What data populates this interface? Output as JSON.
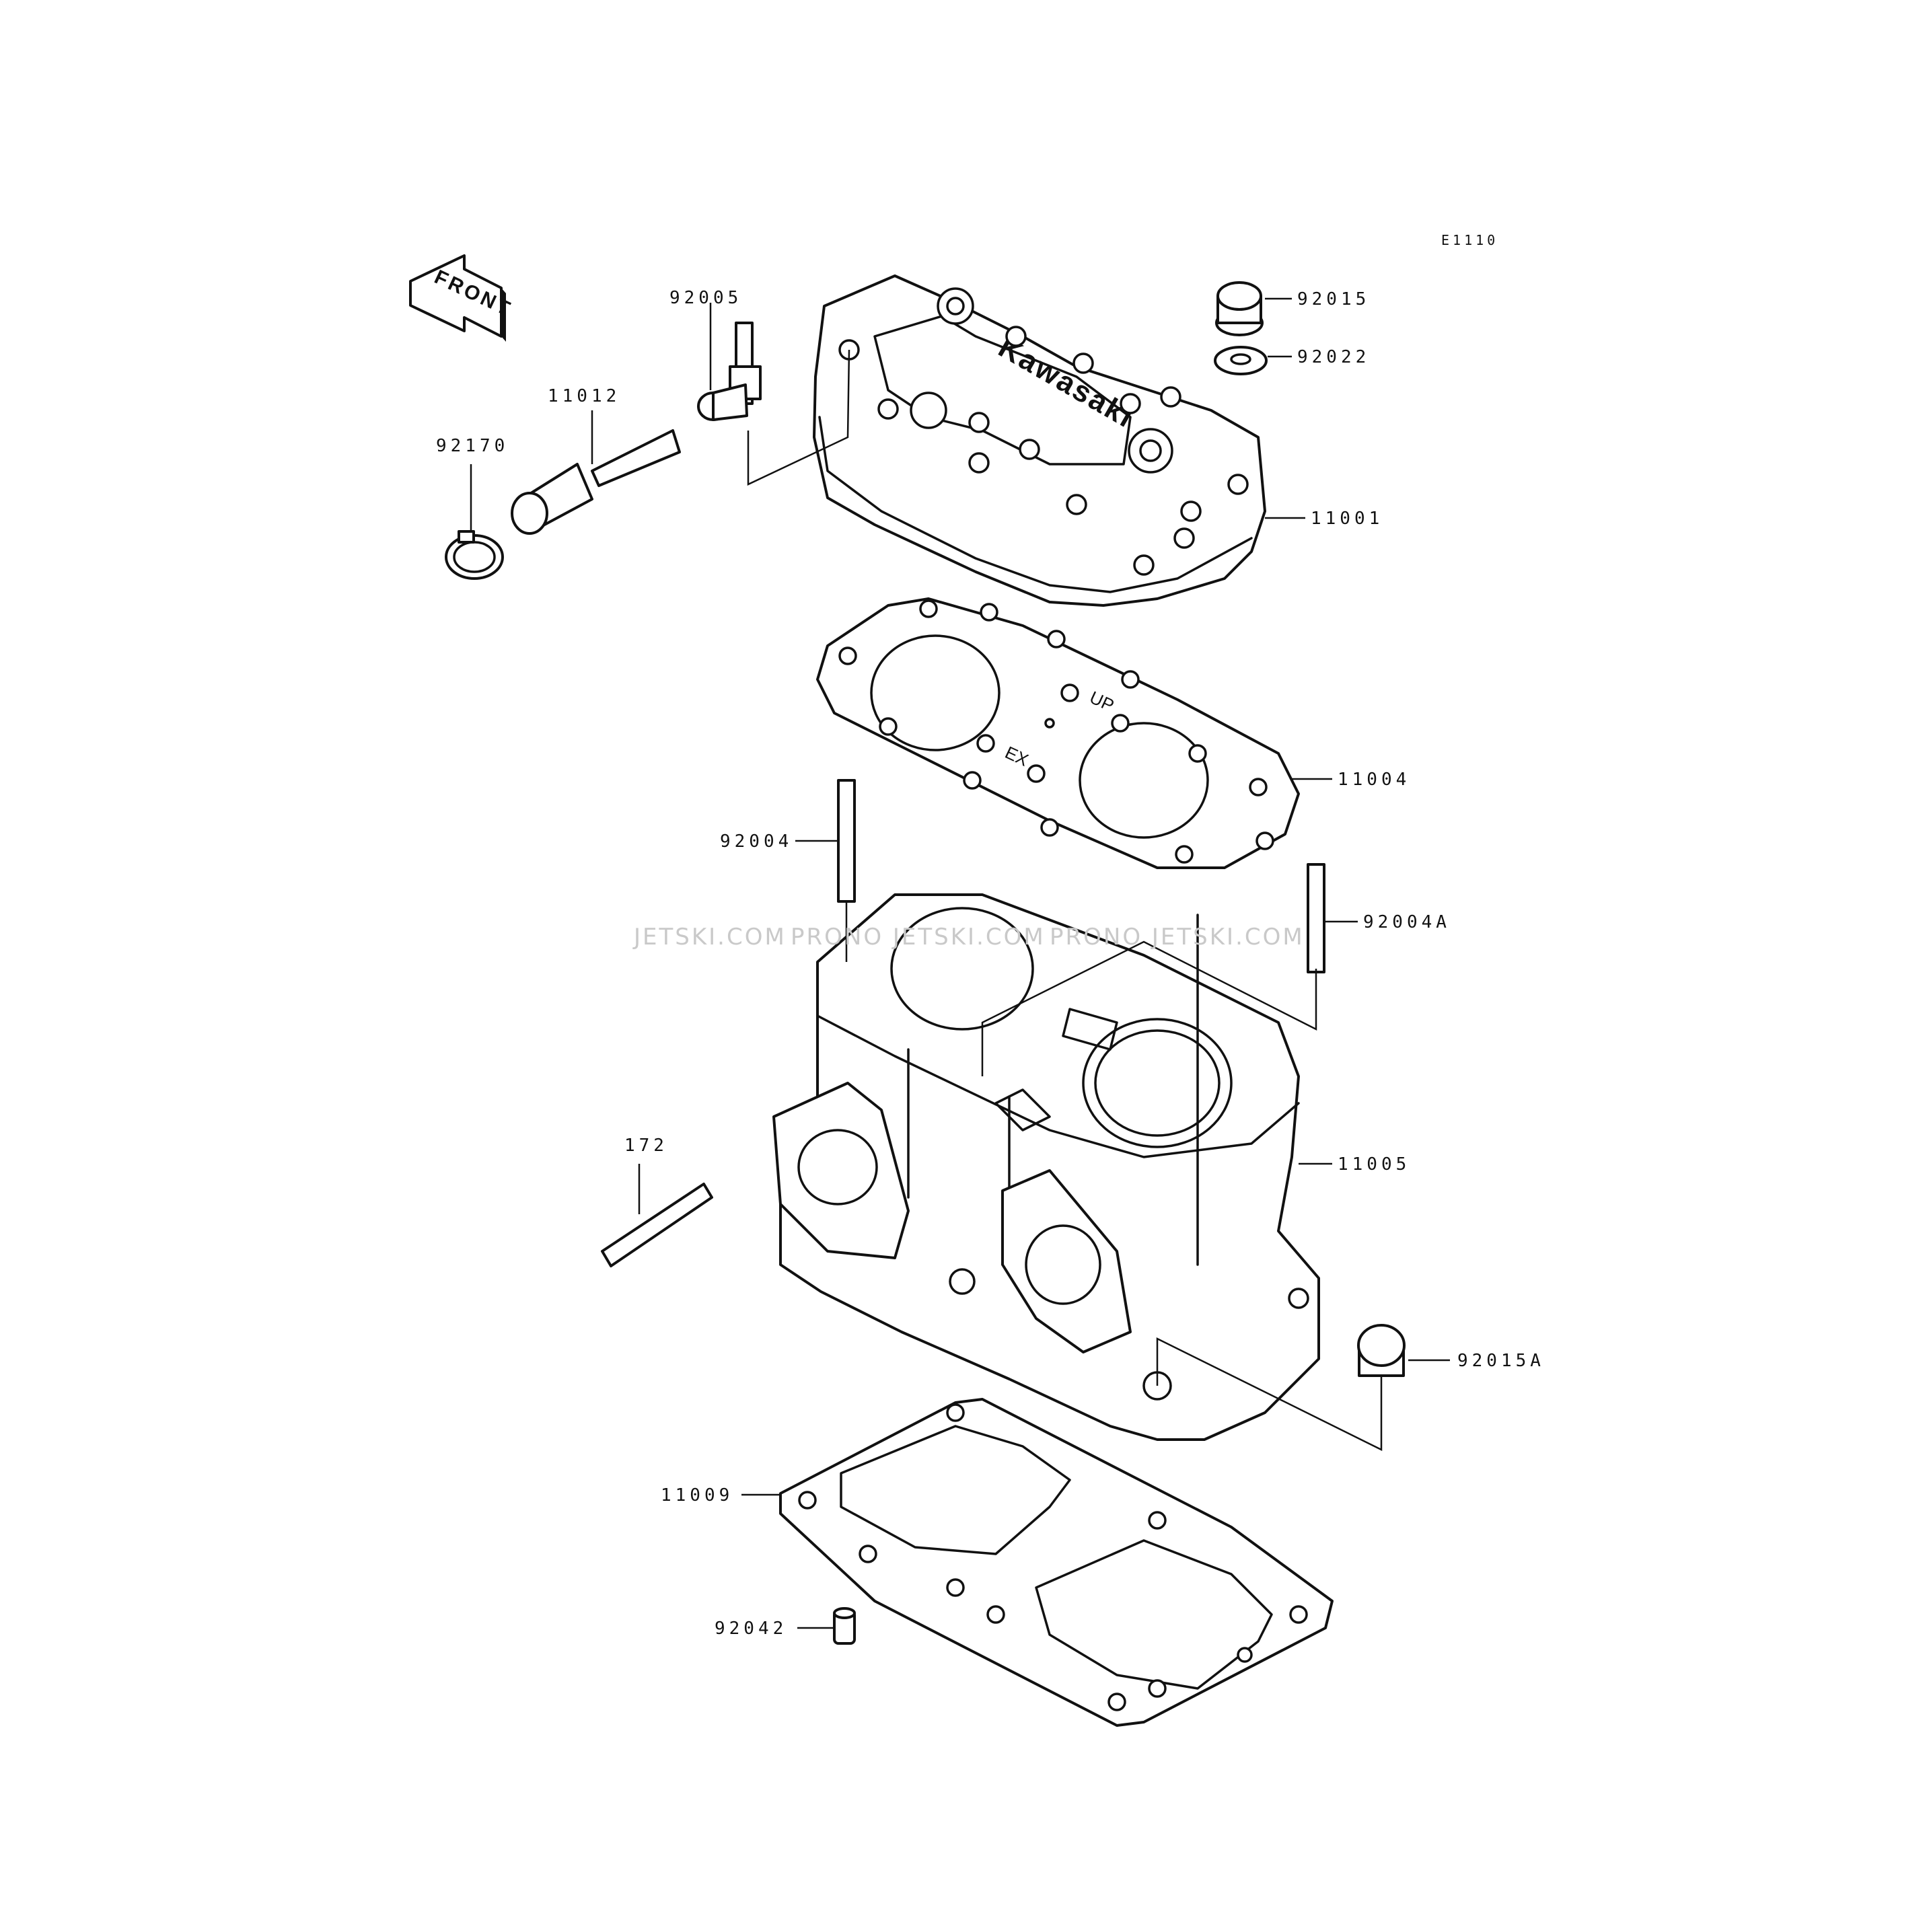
{
  "diagram": {
    "code": "E1110",
    "front_arrow": "FRONT",
    "brand_mark": "Kawasaki",
    "gasket_marks": [
      "UP",
      "EX"
    ],
    "watermarks": [
      "JETSKI.COM",
      "PRONO JETSKI.COM",
      "PRONO JETSKI.COM"
    ],
    "part_labels": {
      "p92005": "92005",
      "p92015": "92015",
      "p92022": "92022",
      "p11012": "11012",
      "p92170": "92170",
      "p11001": "11001",
      "p11004": "11004",
      "p92004": "92004",
      "p92004A": "92004A",
      "p11005": "11005",
      "p172": "172",
      "p92015A": "92015A",
      "p11009": "11009",
      "p92042": "92042"
    }
  }
}
